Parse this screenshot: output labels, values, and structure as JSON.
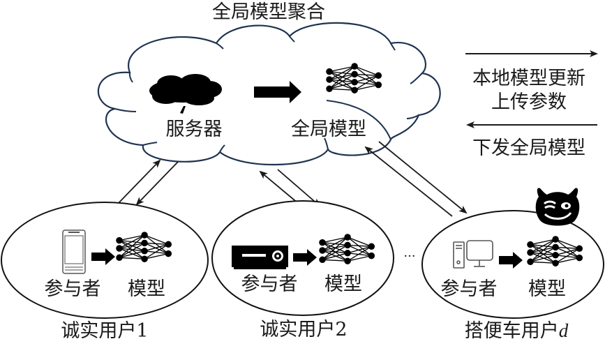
{
  "title": "全局模型聚合",
  "server": {
    "label": "服务器",
    "model_label": "全局模型"
  },
  "legend": {
    "upload_line1": "本地模型更新",
    "upload_line2": "上传参数",
    "download": "下发全局模型"
  },
  "clients": [
    {
      "participant_label": "参与者",
      "model_label": "模型",
      "caption": "诚实用户1",
      "device": "smartphone-icon",
      "type": "honest"
    },
    {
      "participant_label": "参与者",
      "model_label": "模型",
      "caption": "诚实用户2",
      "device": "projector-icon",
      "type": "honest"
    },
    {
      "participant_label": "参与者",
      "model_label": "模型",
      "caption_prefix": "搭便车用户",
      "caption_var": "d",
      "device": "desktop-computer-icon",
      "type": "free-rider"
    }
  ],
  "ellipsis": "···",
  "colors": {
    "cloud_stroke": "#1f3350",
    "ink": "#111111",
    "background": "#ffffff"
  }
}
